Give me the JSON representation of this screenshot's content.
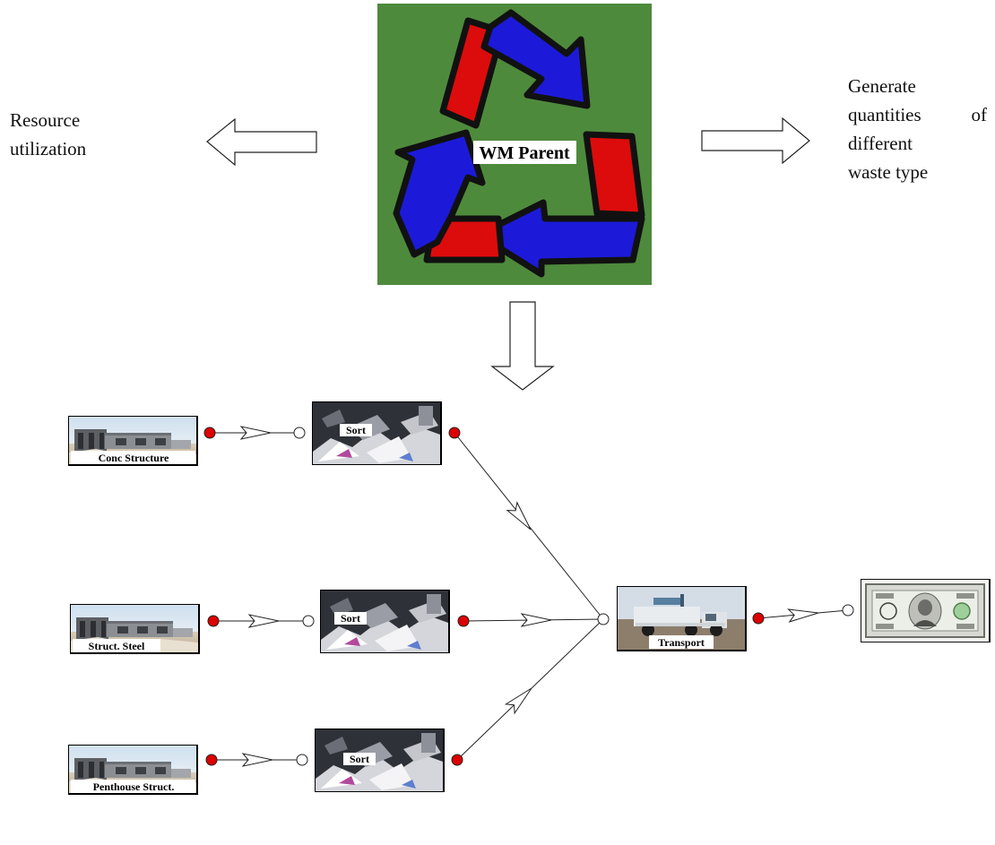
{
  "left_caption": [
    "Resource",
    "utilization"
  ],
  "right_caption": [
    "Generate",
    "quantities",
    "of",
    "different",
    "waste type"
  ],
  "parent": {
    "label": "WM Parent",
    "colors": {
      "background": "#4e8a3c",
      "blue": "#1c1ad8",
      "red": "#dc0c0c"
    }
  },
  "sources": [
    {
      "label": "Conc Structure"
    },
    {
      "label": "Struct. Steel"
    },
    {
      "label": "Penthouse Struct."
    }
  ],
  "sorts": [
    {
      "label": "Sort"
    },
    {
      "label": "Sort"
    },
    {
      "label": "Sort"
    }
  ],
  "transport": {
    "label": "Transport"
  },
  "cost": {
    "icon": "dollar-bill-icon"
  },
  "colors": {
    "output_port": "#dd0000",
    "input_port": "#ffffff",
    "line": "#222222"
  }
}
